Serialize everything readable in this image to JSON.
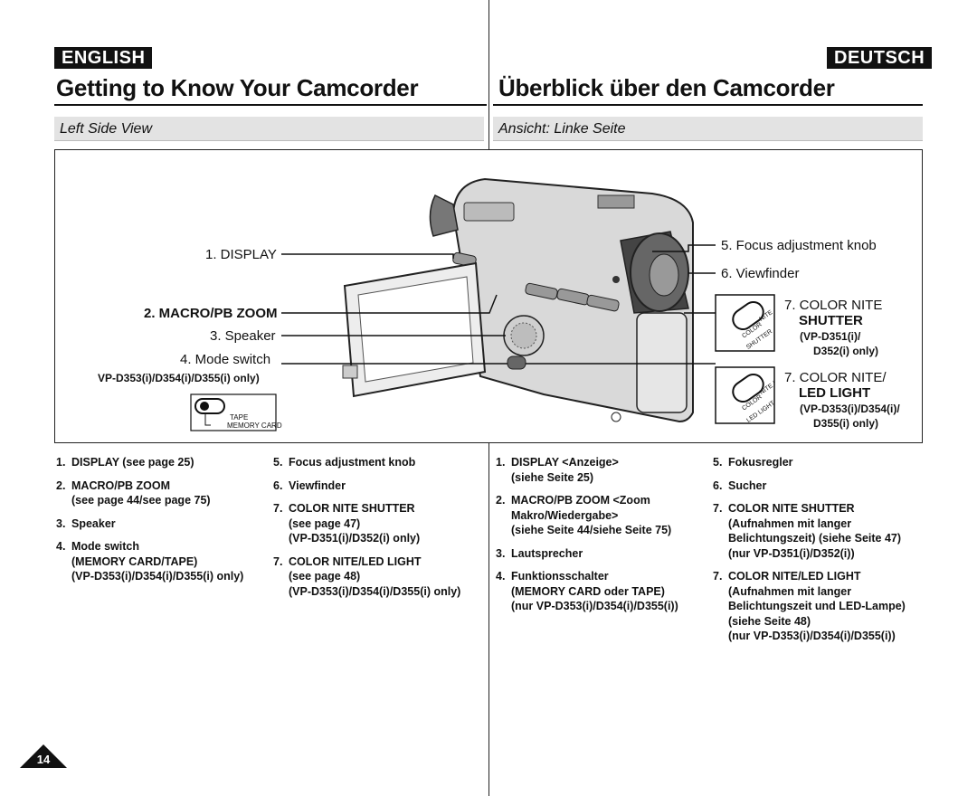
{
  "header": {
    "lang_en": "ENGLISH",
    "lang_de": "DEUTSCH",
    "title_en": "Getting to Know Your Camcorder",
    "title_de": "Überblick über den Camcorder",
    "sub_en": "Left Side View",
    "sub_de": "Ansicht: Linke Seite"
  },
  "figure": {
    "callouts_left": {
      "display": "1. DISPLAY",
      "macro": "2. MACRO/PB ZOOM",
      "speaker": "3. Speaker",
      "mode": "4. Mode switch",
      "mode_models": "VP-D353(i)/D354(i)/D355(i) only)"
    },
    "mode_switch_labels": {
      "tape": "TAPE",
      "memory": "MEMORY CARD"
    },
    "callouts_right": {
      "focus": "5. Focus adjustment knob",
      "viewfinder": "6. Viewfinder",
      "cn_shutter_1": "7. COLOR NITE",
      "cn_shutter_2": "SHUTTER",
      "cn_shutter_3": "(VP-D351(i)/",
      "cn_shutter_4": "D352(i) only)",
      "cn_led_1": "7. COLOR NITE/",
      "cn_led_2": "LED LIGHT",
      "cn_led_3": "(VP-D353(i)/D354(i)/",
      "cn_led_4": "D355(i) only)"
    },
    "button_text": {
      "b1a": "COLOR",
      "b1b": "NITE",
      "b1c": "SHUTTER",
      "b2a": "COLOR",
      "b2b": "NITE /",
      "b2c": "LED LIGHT"
    }
  },
  "legend": {
    "en_col1": [
      {
        "n": "1.",
        "t": "DISPLAY (see page 25)"
      },
      {
        "n": "2.",
        "t": "MACRO/PB ZOOM\n(see page 44/see page 75)"
      },
      {
        "n": "3.",
        "t": "Speaker"
      },
      {
        "n": "4.",
        "t": "Mode switch\n(MEMORY CARD/TAPE)\n(VP-D353(i)/D354(i)/D355(i) only)"
      }
    ],
    "en_col2": [
      {
        "n": "5.",
        "t": "Focus adjustment knob"
      },
      {
        "n": "6.",
        "t": "Viewfinder"
      },
      {
        "n": "7.",
        "t": "COLOR NITE SHUTTER\n(see page 47)\n(VP-D351(i)/D352(i) only)"
      },
      {
        "n": "7.",
        "t": "COLOR NITE/LED LIGHT\n(see page 48)\n(VP-D353(i)/D354(i)/D355(i) only)"
      }
    ],
    "de_col1": [
      {
        "n": "1.",
        "t": "DISPLAY <Anzeige>\n(siehe Seite 25)"
      },
      {
        "n": "2.",
        "t": "MACRO/PB ZOOM <Zoom\nMakro/Wiedergabe>\n(siehe Seite 44/siehe Seite 75)"
      },
      {
        "n": "3.",
        "t": "Lautsprecher"
      },
      {
        "n": "4.",
        "t": "Funktionsschalter\n(MEMORY CARD oder TAPE)\n(nur VP-D353(i)/D354(i)/D355(i))"
      }
    ],
    "de_col2": [
      {
        "n": "5.",
        "t": "Fokusregler"
      },
      {
        "n": "6.",
        "t": "Sucher"
      },
      {
        "n": "7.",
        "t": "COLOR NITE SHUTTER\n(Aufnahmen mit langer\nBelichtungszeit) (siehe Seite 47)\n(nur VP-D351(i)/D352(i))"
      },
      {
        "n": "7.",
        "t": "COLOR NITE/LED LIGHT\n(Aufnahmen mit langer\nBelichtungszeit und LED-Lampe)\n(siehe Seite 48)\n(nur VP-D353(i)/D354(i)/D355(i))"
      }
    ]
  },
  "page_number": "14"
}
